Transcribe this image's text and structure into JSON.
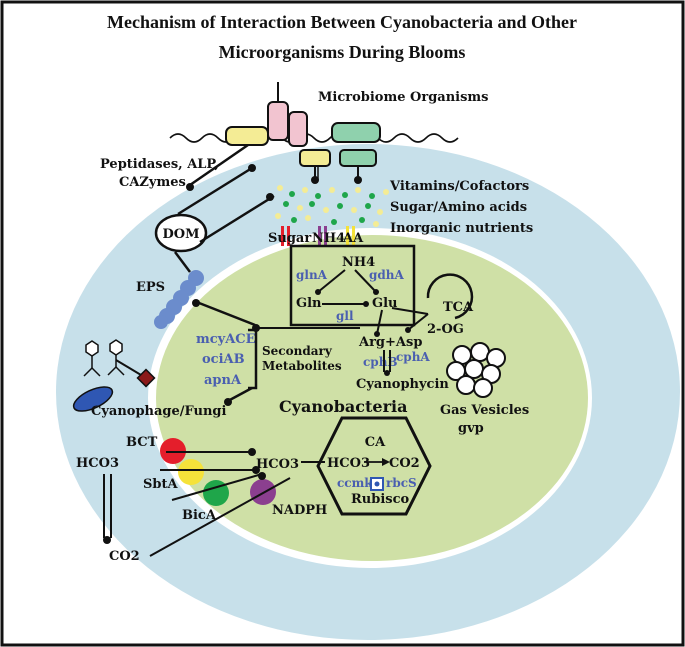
{
  "title": {
    "line1": "Mechanism of Interaction Between Cyanobacteria and Other",
    "line2": "Microorganisms During Blooms"
  },
  "labels": {
    "microbiome": "Microbiome Organisms",
    "peptidases_line1": "Peptidases, ALP,",
    "peptidases_line2": "CAZymes",
    "vitamins": "Vitamins/Cofactors",
    "sugar_amino": "Sugar/Amino acids",
    "inorganic": "Inorganic nutrients",
    "dom": "DOM",
    "sugar": "Sugar",
    "nh4_top": "NH4",
    "aa": "AA",
    "eps": "EPS",
    "nh4_inner": "NH4",
    "gln": "Gln",
    "glu": "Glu",
    "tca": "TCA",
    "og": "2-OG",
    "arg_asp": "Arg+Asp",
    "secondary_line1": "Secondary",
    "secondary_line2": "Metabolites",
    "cyanophycin": "Cyanophycin",
    "cyanobacteria": "Cyanobacteria",
    "gas_vesicles": "Gas Vesicles",
    "gvp": "gvp",
    "cyanophage": "Cyanophage/Fungi",
    "bct": "BCT",
    "hco3_left": "HCO3",
    "sbta": "SbtA",
    "bica": "BicA",
    "co2_bottom": "CO2",
    "hco3_mid": "HCO3",
    "nadph": "NADPH",
    "ca": "CA",
    "hco3_carb": "HCO3",
    "co2_carb": "CO2",
    "rubisco": "Rubisco"
  },
  "genes": {
    "glna": "glnA",
    "gdha": "gdhA",
    "gll": "gll",
    "mcyace": "mcyACE",
    "ociab": "ociAB",
    "apna": "apnA",
    "cphb": "cphB",
    "cpha": "cphA",
    "ccmk": "ccmk",
    "rbcs": "rbcS"
  },
  "colors": {
    "outer_cell": "#c7e0ea",
    "inner_cell": "#cfe0a6",
    "gene_text": "#4a5fb0",
    "receptor_pink": "#f2c4d0",
    "receptor_yellow": "#f4ec95",
    "receptor_green": "#8fd1ad",
    "eps_blue": "#6b8ccc",
    "bct_red": "#e41e2b",
    "sbta_yellow": "#f5e23a",
    "bica_green": "#1fa64a",
    "nadph_purple": "#8b3f8f",
    "fungi_blue": "#2f57b3",
    "fungi_red": "#8b1a1a"
  }
}
